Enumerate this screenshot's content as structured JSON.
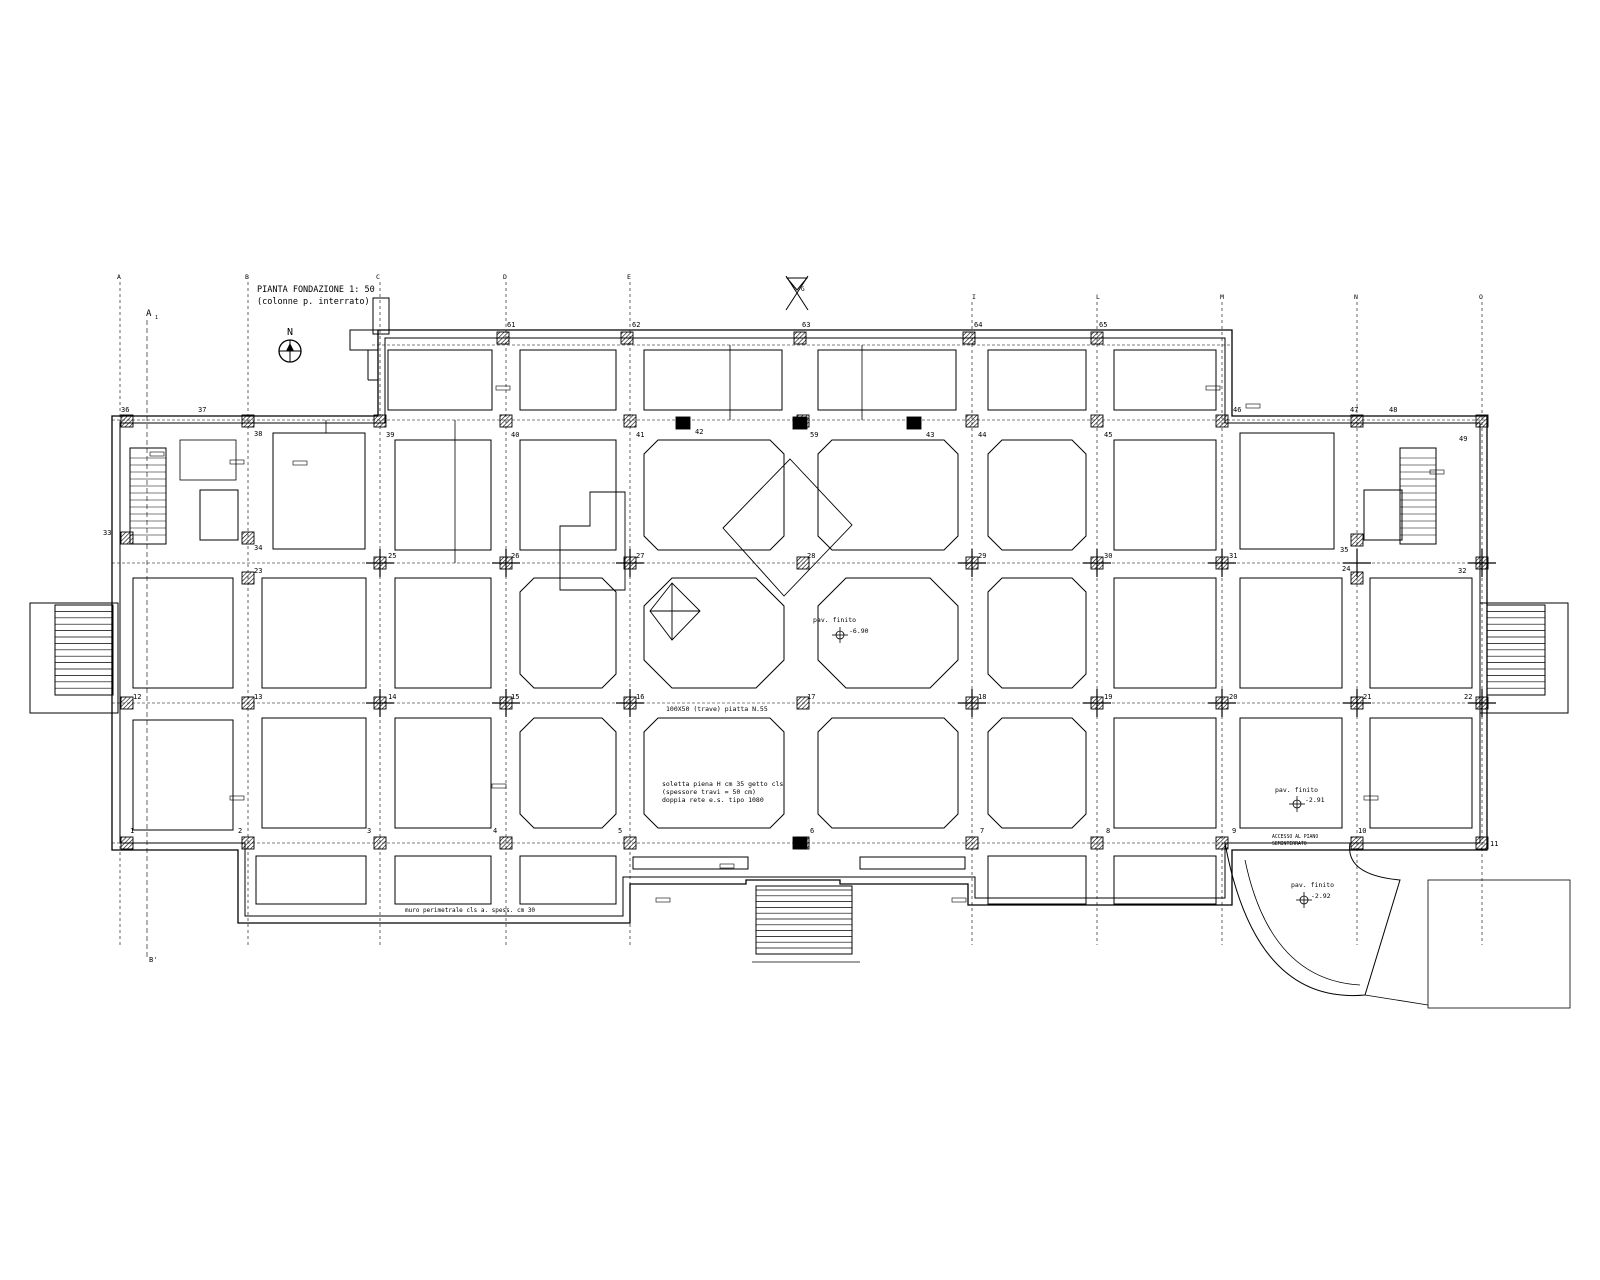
{
  "title": {
    "line1": "PIANTA FONDAZIONE 1: 50",
    "line2": "(colonne p. interrato)"
  },
  "north_letter": "N",
  "section_letters": {
    "top_a": "A",
    "top_a_sub": "1",
    "bottom_b": "B'"
  },
  "compass_letter": "G",
  "grid_letters": [
    "A",
    "B",
    "C",
    "D",
    "E",
    "I",
    "L",
    "M",
    "N",
    "O"
  ],
  "top_numbers": [
    "61",
    "62",
    "63",
    "64",
    "65"
  ],
  "row1_numbers": [
    "36",
    "37",
    "38",
    "39",
    "40",
    "41",
    "42",
    "59",
    "43",
    "44",
    "45",
    "46",
    "47",
    "48",
    "49"
  ],
  "row2_numbers": [
    "33",
    "34",
    "25",
    "26",
    "27",
    "28",
    "29",
    "30",
    "31",
    "35",
    "24",
    "32",
    "23"
  ],
  "row3_numbers": [
    "12",
    "13",
    "14",
    "15",
    "16",
    "17",
    "18",
    "19",
    "20",
    "21",
    "22"
  ],
  "row4_numbers": [
    "1",
    "2",
    "3",
    "4",
    "5",
    "6",
    "7",
    "8",
    "9",
    "10",
    "11"
  ],
  "notes": {
    "beam": "100X50 (trave) piatta N.55",
    "slab_line1": "soletta piena H cm 35 getto cls",
    "slab_line2": "(spessore travi = 50 cm)",
    "slab_line3": "doppia rete e.s. tipo 1080",
    "perimeter": "muro perimetrale cls a. spess. cm 30",
    "floor_label": "pav. finito",
    "floor_center": "-6.90",
    "floor_right": "-2.91",
    "floor_ramp": "-2.92",
    "access_line1": "ACCESSO AL PIANO",
    "access_line2": "SEMINTERRATO"
  }
}
